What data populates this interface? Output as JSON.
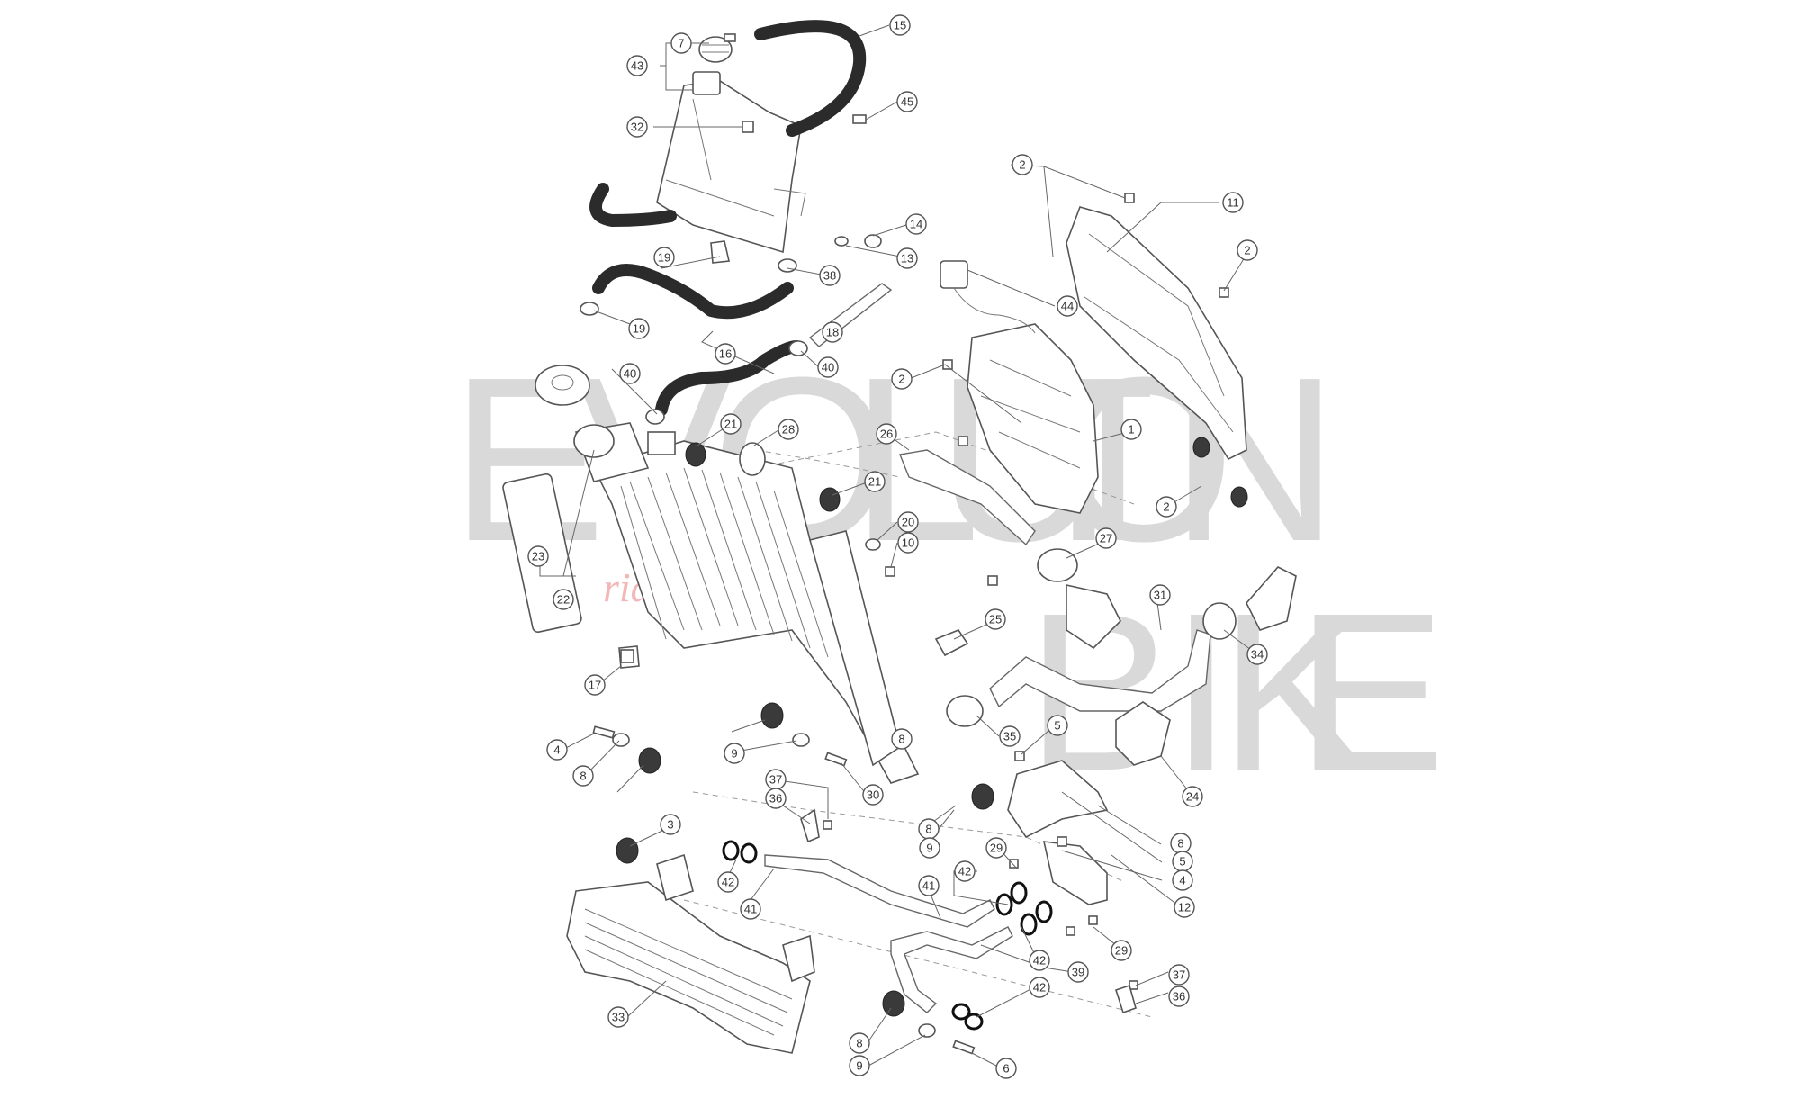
{
  "watermark": {
    "letters_top": [
      "E",
      "V",
      "O",
      "L",
      "U",
      "T",
      "I",
      "O",
      "N"
    ],
    "letters_bottom": [
      "B",
      "I",
      "K",
      "E"
    ],
    "tagline": "ride the power"
  },
  "colors": {
    "watermark": "#d9d9d9",
    "tagline": "#f2b8b8",
    "hose": "#2b2b2b",
    "line": "#555555"
  },
  "callouts": [
    "15",
    "7",
    "43",
    "45",
    "32",
    "2",
    "11",
    "14",
    "13",
    "38",
    "19",
    "2",
    "44",
    "19",
    "18",
    "16",
    "40",
    "40",
    "2",
    "1",
    "21",
    "28",
    "26",
    "21",
    "2",
    "20",
    "10",
    "27",
    "23",
    "22",
    "31",
    "25",
    "34",
    "17",
    "8",
    "35",
    "5",
    "4",
    "9",
    "8",
    "30",
    "37",
    "36",
    "24",
    "3",
    "8",
    "5",
    "8",
    "9",
    "29",
    "42",
    "4",
    "42",
    "41",
    "12",
    "41",
    "29",
    "42",
    "39",
    "42",
    "37",
    "36",
    "33",
    "8",
    "6",
    "9"
  ]
}
